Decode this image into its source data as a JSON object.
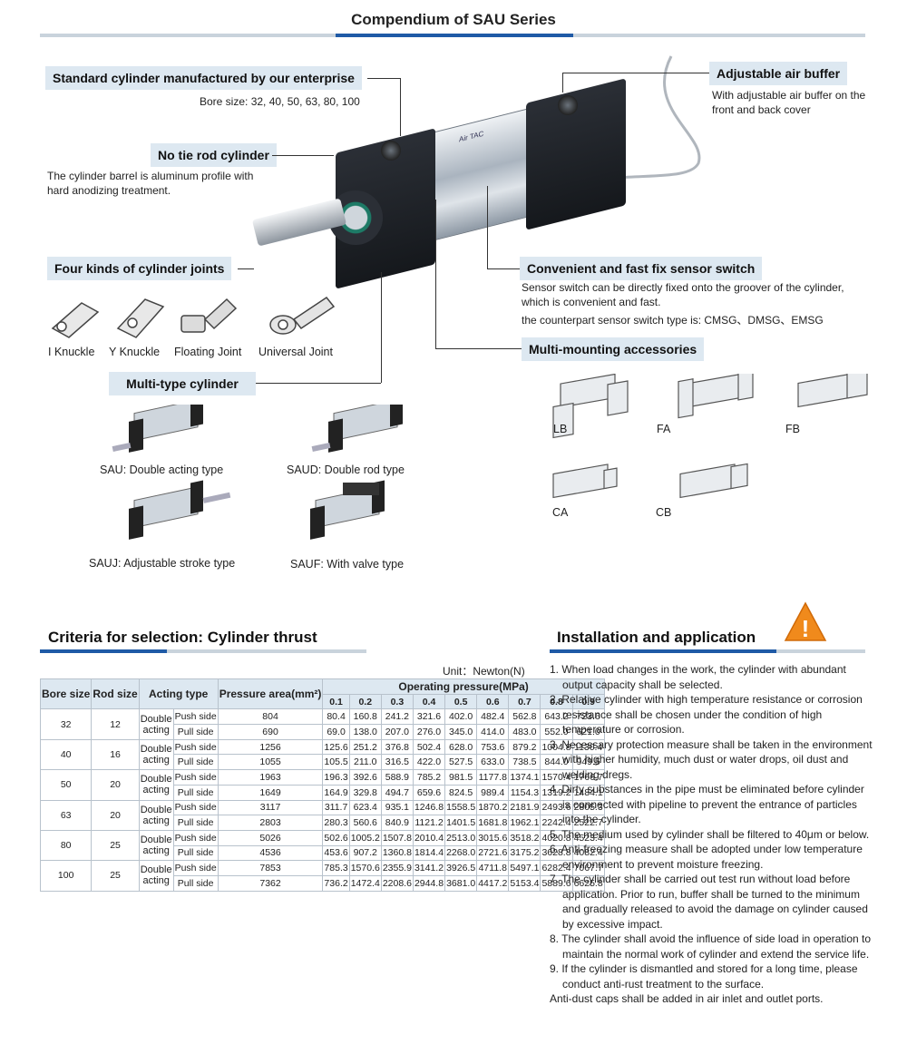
{
  "title": "Compendium of SAU Series",
  "callouts": {
    "standard": {
      "tag": "Standard cylinder manufactured by our enterprise",
      "desc": "Bore size: 32, 40, 50, 63, 80, 100"
    },
    "no_tie_rod": {
      "tag": "No tie rod cylinder",
      "desc": "The cylinder barrel is aluminum profile with hard anodizing treatment."
    },
    "joints": {
      "tag": "Four kinds of cylinder joints"
    },
    "multi_type": {
      "tag": "Multi-type cylinder"
    },
    "air_buffer": {
      "tag": "Adjustable air buffer",
      "desc": "With adjustable air buffer on the front and back cover"
    },
    "sensor": {
      "tag": "Convenient and fast fix sensor switch",
      "desc1": "Sensor switch can be directly fixed onto the groover of the cylinder, which is convenient and fast.",
      "desc2": "the counterpart sensor switch type is: CMSG、DMSG、EMSG"
    },
    "mounting": {
      "tag": "Multi-mounting accessories"
    }
  },
  "cylinder_label": "Air TAC",
  "joints": [
    "I Knuckle",
    "Y Knuckle",
    "Floating Joint",
    "Universal Joint"
  ],
  "cylinder_types": [
    "SAU: Double acting type",
    "SAUD: Double rod type",
    "SAUJ: Adjustable stroke type",
    "SAUF: With valve type"
  ],
  "mounts": [
    "LB",
    "FA",
    "FB",
    "CA",
    "CB"
  ],
  "selection": {
    "heading": "Criteria for selection",
    "sep": ": ",
    "heading2": "Cylinder thrust",
    "unit": "Unit：Newton(N)",
    "headers": {
      "bore": "Bore size",
      "rod": "Rod size",
      "acting": "Acting type",
      "pressure_area": "Pressure area(mm²)",
      "operating": "Operating pressure(MPa)"
    },
    "pressures": [
      "0.1",
      "0.2",
      "0.3",
      "0.4",
      "0.5",
      "0.6",
      "0.7",
      "0.8",
      "0.9"
    ],
    "acting_label": "Double acting",
    "rows": [
      {
        "bore": "32",
        "rod": "12",
        "push": {
          "side": "Push side",
          "area": "804",
          "values": [
            "80.4",
            "160.8",
            "241.2",
            "321.6",
            "402.0",
            "482.4",
            "562.8",
            "643.2",
            "723.6"
          ]
        },
        "pull": {
          "side": "Pull side",
          "area": "690",
          "values": [
            "69.0",
            "138.0",
            "207.0",
            "276.0",
            "345.0",
            "414.0",
            "483.0",
            "552.0",
            "621.0"
          ]
        }
      },
      {
        "bore": "40",
        "rod": "16",
        "push": {
          "side": "Push side",
          "area": "1256",
          "values": [
            "125.6",
            "251.2",
            "376.8",
            "502.4",
            "628.0",
            "753.6",
            "879.2",
            "1004.8",
            "1130.4"
          ]
        },
        "pull": {
          "side": "Pull side",
          "area": "1055",
          "values": [
            "105.5",
            "211.0",
            "316.5",
            "422.0",
            "527.5",
            "633.0",
            "738.5",
            "844.0",
            "949.5"
          ]
        }
      },
      {
        "bore": "50",
        "rod": "20",
        "push": {
          "side": "Push side",
          "area": "1963",
          "values": [
            "196.3",
            "392.6",
            "588.9",
            "785.2",
            "981.5",
            "1177.8",
            "1374.1",
            "1570.4",
            "1766.7"
          ]
        },
        "pull": {
          "side": "Pull side",
          "area": "1649",
          "values": [
            "164.9",
            "329.8",
            "494.7",
            "659.6",
            "824.5",
            "989.4",
            "1154.3",
            "1319.2",
            "1484.1"
          ]
        }
      },
      {
        "bore": "63",
        "rod": "20",
        "push": {
          "side": "Push side",
          "area": "3117",
          "values": [
            "311.7",
            "623.4",
            "935.1",
            "1246.8",
            "1558.5",
            "1870.2",
            "2181.9",
            "2493.6",
            "2805.3"
          ]
        },
        "pull": {
          "side": "Pull side",
          "area": "2803",
          "values": [
            "280.3",
            "560.6",
            "840.9",
            "1121.2",
            "1401.5",
            "1681.8",
            "1962.1",
            "2242.4",
            "2522.7"
          ]
        }
      },
      {
        "bore": "80",
        "rod": "25",
        "push": {
          "side": "Push side",
          "area": "5026",
          "values": [
            "502.6",
            "1005.2",
            "1507.8",
            "2010.4",
            "2513.0",
            "3015.6",
            "3518.2",
            "4020.8",
            "4523.4"
          ]
        },
        "pull": {
          "side": "Pull side",
          "area": "4536",
          "values": [
            "453.6",
            "907.2",
            "1360.8",
            "1814.4",
            "2268.0",
            "2721.6",
            "3175.2",
            "3628.8",
            "4082.4"
          ]
        }
      },
      {
        "bore": "100",
        "rod": "25",
        "push": {
          "side": "Push side",
          "area": "7853",
          "values": [
            "785.3",
            "1570.6",
            "2355.9",
            "3141.2",
            "3926.5",
            "4711.8",
            "5497.1",
            "6282.4",
            "7067.7"
          ]
        },
        "pull": {
          "side": "Pull side",
          "area": "7362",
          "values": [
            "736.2",
            "1472.4",
            "2208.6",
            "2944.8",
            "3681.0",
            "4417.2",
            "5153.4",
            "5889.6",
            "6625.8"
          ]
        }
      }
    ]
  },
  "installation": {
    "heading": "Installation and application",
    "warning_glyph": "!",
    "items": [
      "1. When load changes in the work, the cylinder with abundant output capacity shall be selected.",
      "2. Relative cylinder with high temperature resistance or corrosion resistance shall be chosen under the condition of high temperature or corrosion.",
      "3. Necessary protection measure shall be taken in the environment with higher humidity, much dust or water drops, oil dust and welding dregs.",
      "4. Dirty substances in the pipe must be eliminated before cylinder is connected with pipeline to prevent the entrance of particles into the cylinder.",
      "5. The medium used by cylinder shall be filtered to 40μm or below.",
      "6.  Anti-freezing measure shall be adopted under low temperature environment to prevent moisture freezing.",
      "7. The cylinder shall be carried out test run without load before application. Prior to run, buffer shall be turned to the minimum and gradually released to avoid the damage on cylinder caused by excessive impact.",
      "8. The cylinder shall avoid the influence of side load in operation to maintain the normal work of cylinder and extend the service life.",
      "9. If the cylinder is dismantled and stored for a long time, please conduct anti-rust treatment to the  surface.",
      "   Anti-dust caps shall be added in air inlet and outlet ports."
    ]
  },
  "colors": {
    "accent": "#1f5aa6",
    "rule_gray": "#c9d3dc",
    "tag_bg": "#dde8f1",
    "warning": "#f08a1c"
  }
}
